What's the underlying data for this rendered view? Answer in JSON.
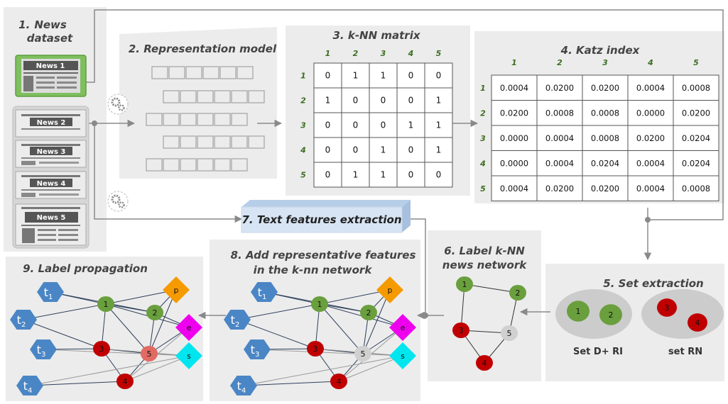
{
  "panels": {
    "news_dataset": {
      "step": "1.",
      "title_line1": "News",
      "title_line2": "dataset",
      "items": [
        "News 1",
        "News 2",
        "News 3",
        "News 4",
        "News 5"
      ]
    },
    "representation_model": {
      "title": "2.  Representation model"
    },
    "knn_matrix": {
      "title": "3. k-NN matrix",
      "col_headers": [
        "1",
        "2",
        "3",
        "4",
        "5"
      ],
      "row_headers": [
        "1",
        "2",
        "3",
        "4",
        "5"
      ],
      "rows": [
        [
          "0",
          "1",
          "1",
          "0",
          "0"
        ],
        [
          "1",
          "0",
          "0",
          "0",
          "1"
        ],
        [
          "0",
          "0",
          "0",
          "1",
          "1"
        ],
        [
          "0",
          "0",
          "1",
          "0",
          "1"
        ],
        [
          "0",
          "1",
          "1",
          "0",
          "0"
        ]
      ]
    },
    "katz_index": {
      "title": "4.  Katz index",
      "col_headers": [
        "1",
        "2",
        "3",
        "4",
        "5"
      ],
      "row_headers": [
        "1",
        "2",
        "3",
        "4",
        "5"
      ],
      "rows": [
        [
          "0.0004",
          "0.0200",
          "0.0200",
          "0.0004",
          "0.0008"
        ],
        [
          "0.0200",
          "0.0008",
          "0.0008",
          "0.0000",
          "0.0200"
        ],
        [
          "0.0000",
          "0.0004",
          "0.0008",
          "0.0200",
          "0.0204"
        ],
        [
          "0.0000",
          "0.0004",
          "0.0204",
          "0.0004",
          "0.0204"
        ],
        [
          "0.0004",
          "0.0200",
          "0.0200",
          "0.0004",
          "0.0008"
        ]
      ]
    },
    "set_extraction": {
      "title": "5. Set extraction",
      "set_left_label": "Set D+ RI",
      "set_right_label": "set RN",
      "left_nodes": [
        "1",
        "2"
      ],
      "right_nodes": [
        "3",
        "4"
      ]
    },
    "label_network": {
      "title_line1": "6. Label k-NN",
      "title_line2": "news network",
      "nodes": [
        "1",
        "2",
        "3",
        "4",
        "5"
      ]
    },
    "text_features": {
      "title": "7. Text features extraction"
    },
    "add_features": {
      "title_line1": "8. Add representative features",
      "title_line2": "in the k-nn network"
    },
    "label_propagation": {
      "title": "9. Label propagation"
    }
  },
  "graph": {
    "term_nodes": [
      "t1",
      "t2",
      "t3",
      "t4"
    ],
    "news_nodes": [
      "1",
      "2",
      "3",
      "4",
      "5"
    ],
    "feature_nodes": [
      "p",
      "e",
      "s"
    ]
  },
  "colors": {
    "green_node": "#6a9f3d",
    "red_node": "#c00000",
    "grey_node": "#d0d0d0",
    "salmon_node": "#e26a63",
    "term_node": "#4a86c5",
    "feature_p": "#f59a00",
    "feature_e": "#ee00ee",
    "feature_s": "#00e5ee",
    "panel_bg": "#ebebeb",
    "header_green": "#3c6e22"
  }
}
